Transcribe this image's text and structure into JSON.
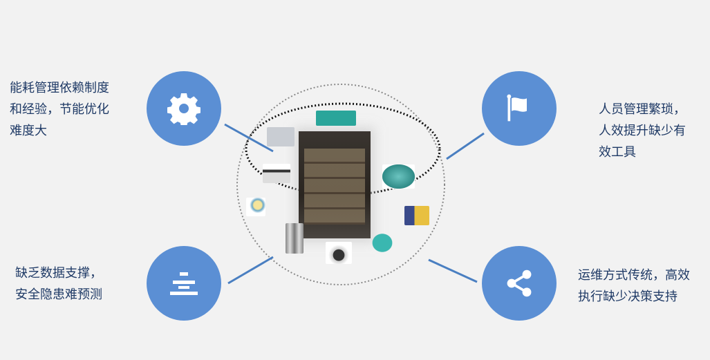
{
  "pain_points": [
    {
      "icon": "gear-icon",
      "lines": [
        "能耗管理依赖制度",
        "和经验，节能优化",
        "难度大"
      ]
    },
    {
      "icon": "flag-icon",
      "lines": [
        "人员管理繁琐，",
        "人效提升缺少有",
        "效工具"
      ]
    },
    {
      "icon": "list-icon",
      "lines": [
        "缺乏数据支撑，",
        "安全隐患难预测"
      ]
    },
    {
      "icon": "share-icon",
      "lines": [
        "运维方式传统，高效",
        "执行缺少决策支持"
      ]
    }
  ],
  "colors": {
    "accent": "#5b8fd4",
    "text": "#1f3a66",
    "line": "#4a7fc1",
    "background": "#f2f2f2"
  }
}
